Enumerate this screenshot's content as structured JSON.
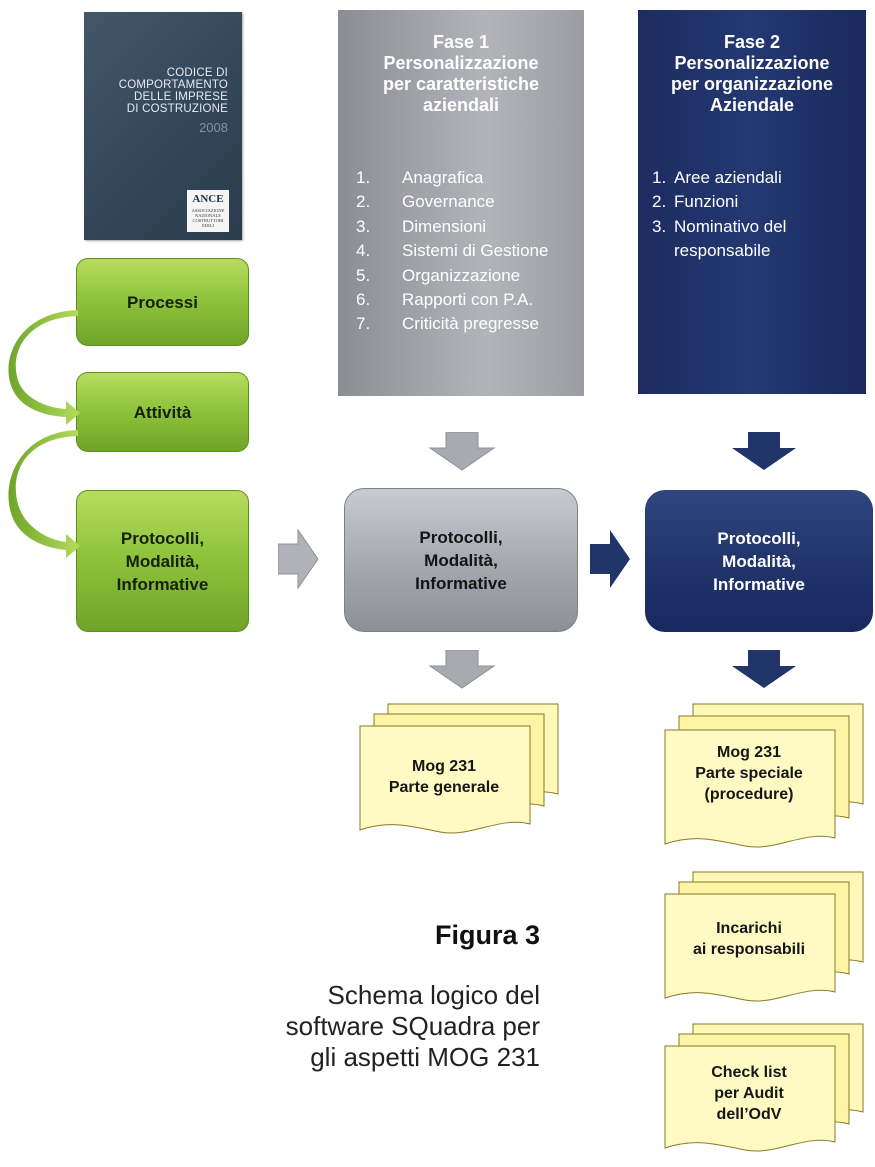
{
  "book": {
    "title_lines": [
      "CODICE DI",
      "COMPORTAMENTO",
      "DELLE IMPRESE",
      "DI COSTRUZIONE"
    ],
    "year": "2008",
    "logo": "ANCE",
    "logo_subtext": "ASSOCIAZIONE NAZIONALE COSTRUTTORI EDILI"
  },
  "left_flow": {
    "boxes": [
      "Processi",
      "Attività",
      "Protocolli, Modalità, Informative"
    ],
    "protocol_lines": [
      "Protocolli,",
      "Modalità,",
      "Informative"
    ]
  },
  "phase1": {
    "title_lines": [
      "Fase 1",
      "Personalizzazione",
      "per caratteristiche",
      "aziendali"
    ],
    "items": [
      {
        "num": "1.",
        "text": "Anagrafica"
      },
      {
        "num": "2.",
        "text": "Governance"
      },
      {
        "num": "3.",
        "text": "Dimensioni"
      },
      {
        "num": "4.",
        "text": "Sistemi di Gestione"
      },
      {
        "num": "5.",
        "text": "Organizzazione"
      },
      {
        "num": "6.",
        "text": "Rapporti con P.A."
      },
      {
        "num": "7.",
        "text": "Criticità pregresse"
      }
    ]
  },
  "phase2": {
    "title_lines": [
      "Fase 2",
      "Personalizzazione",
      "per organizzazione",
      "Aziendale"
    ],
    "items": [
      {
        "num": "1.",
        "text": "Aree aziendali"
      },
      {
        "num": "2.",
        "text": "Funzioni"
      },
      {
        "num": "3.",
        "text": "Nominativo del"
      },
      {
        "num": "",
        "text": "responsabile"
      }
    ]
  },
  "middle": {
    "gray_lines": [
      "Protocolli,",
      "Modalità,",
      "Informative"
    ],
    "navy_lines": [
      "Protocolli,",
      "Modalità,",
      "Informative"
    ]
  },
  "documents": {
    "mog_generale": [
      "Mog 231",
      "Parte generale"
    ],
    "mog_speciale": [
      "Mog 231",
      "Parte speciale",
      "(procedure)"
    ],
    "incarichi": [
      "Incarichi",
      "ai responsabili"
    ],
    "checklist": [
      "Check list",
      "per Audit",
      "dell’OdV"
    ]
  },
  "figure": {
    "label": "Figura 3",
    "caption_lines": [
      "Schema logico del",
      "software SQuadra per",
      "gli aspetti MOG 231"
    ]
  },
  "colors": {
    "green": "#8cc13a",
    "gray_panel": "#a6a7ae",
    "navy": "#22356b",
    "doc_yellow": "#fff59e"
  }
}
